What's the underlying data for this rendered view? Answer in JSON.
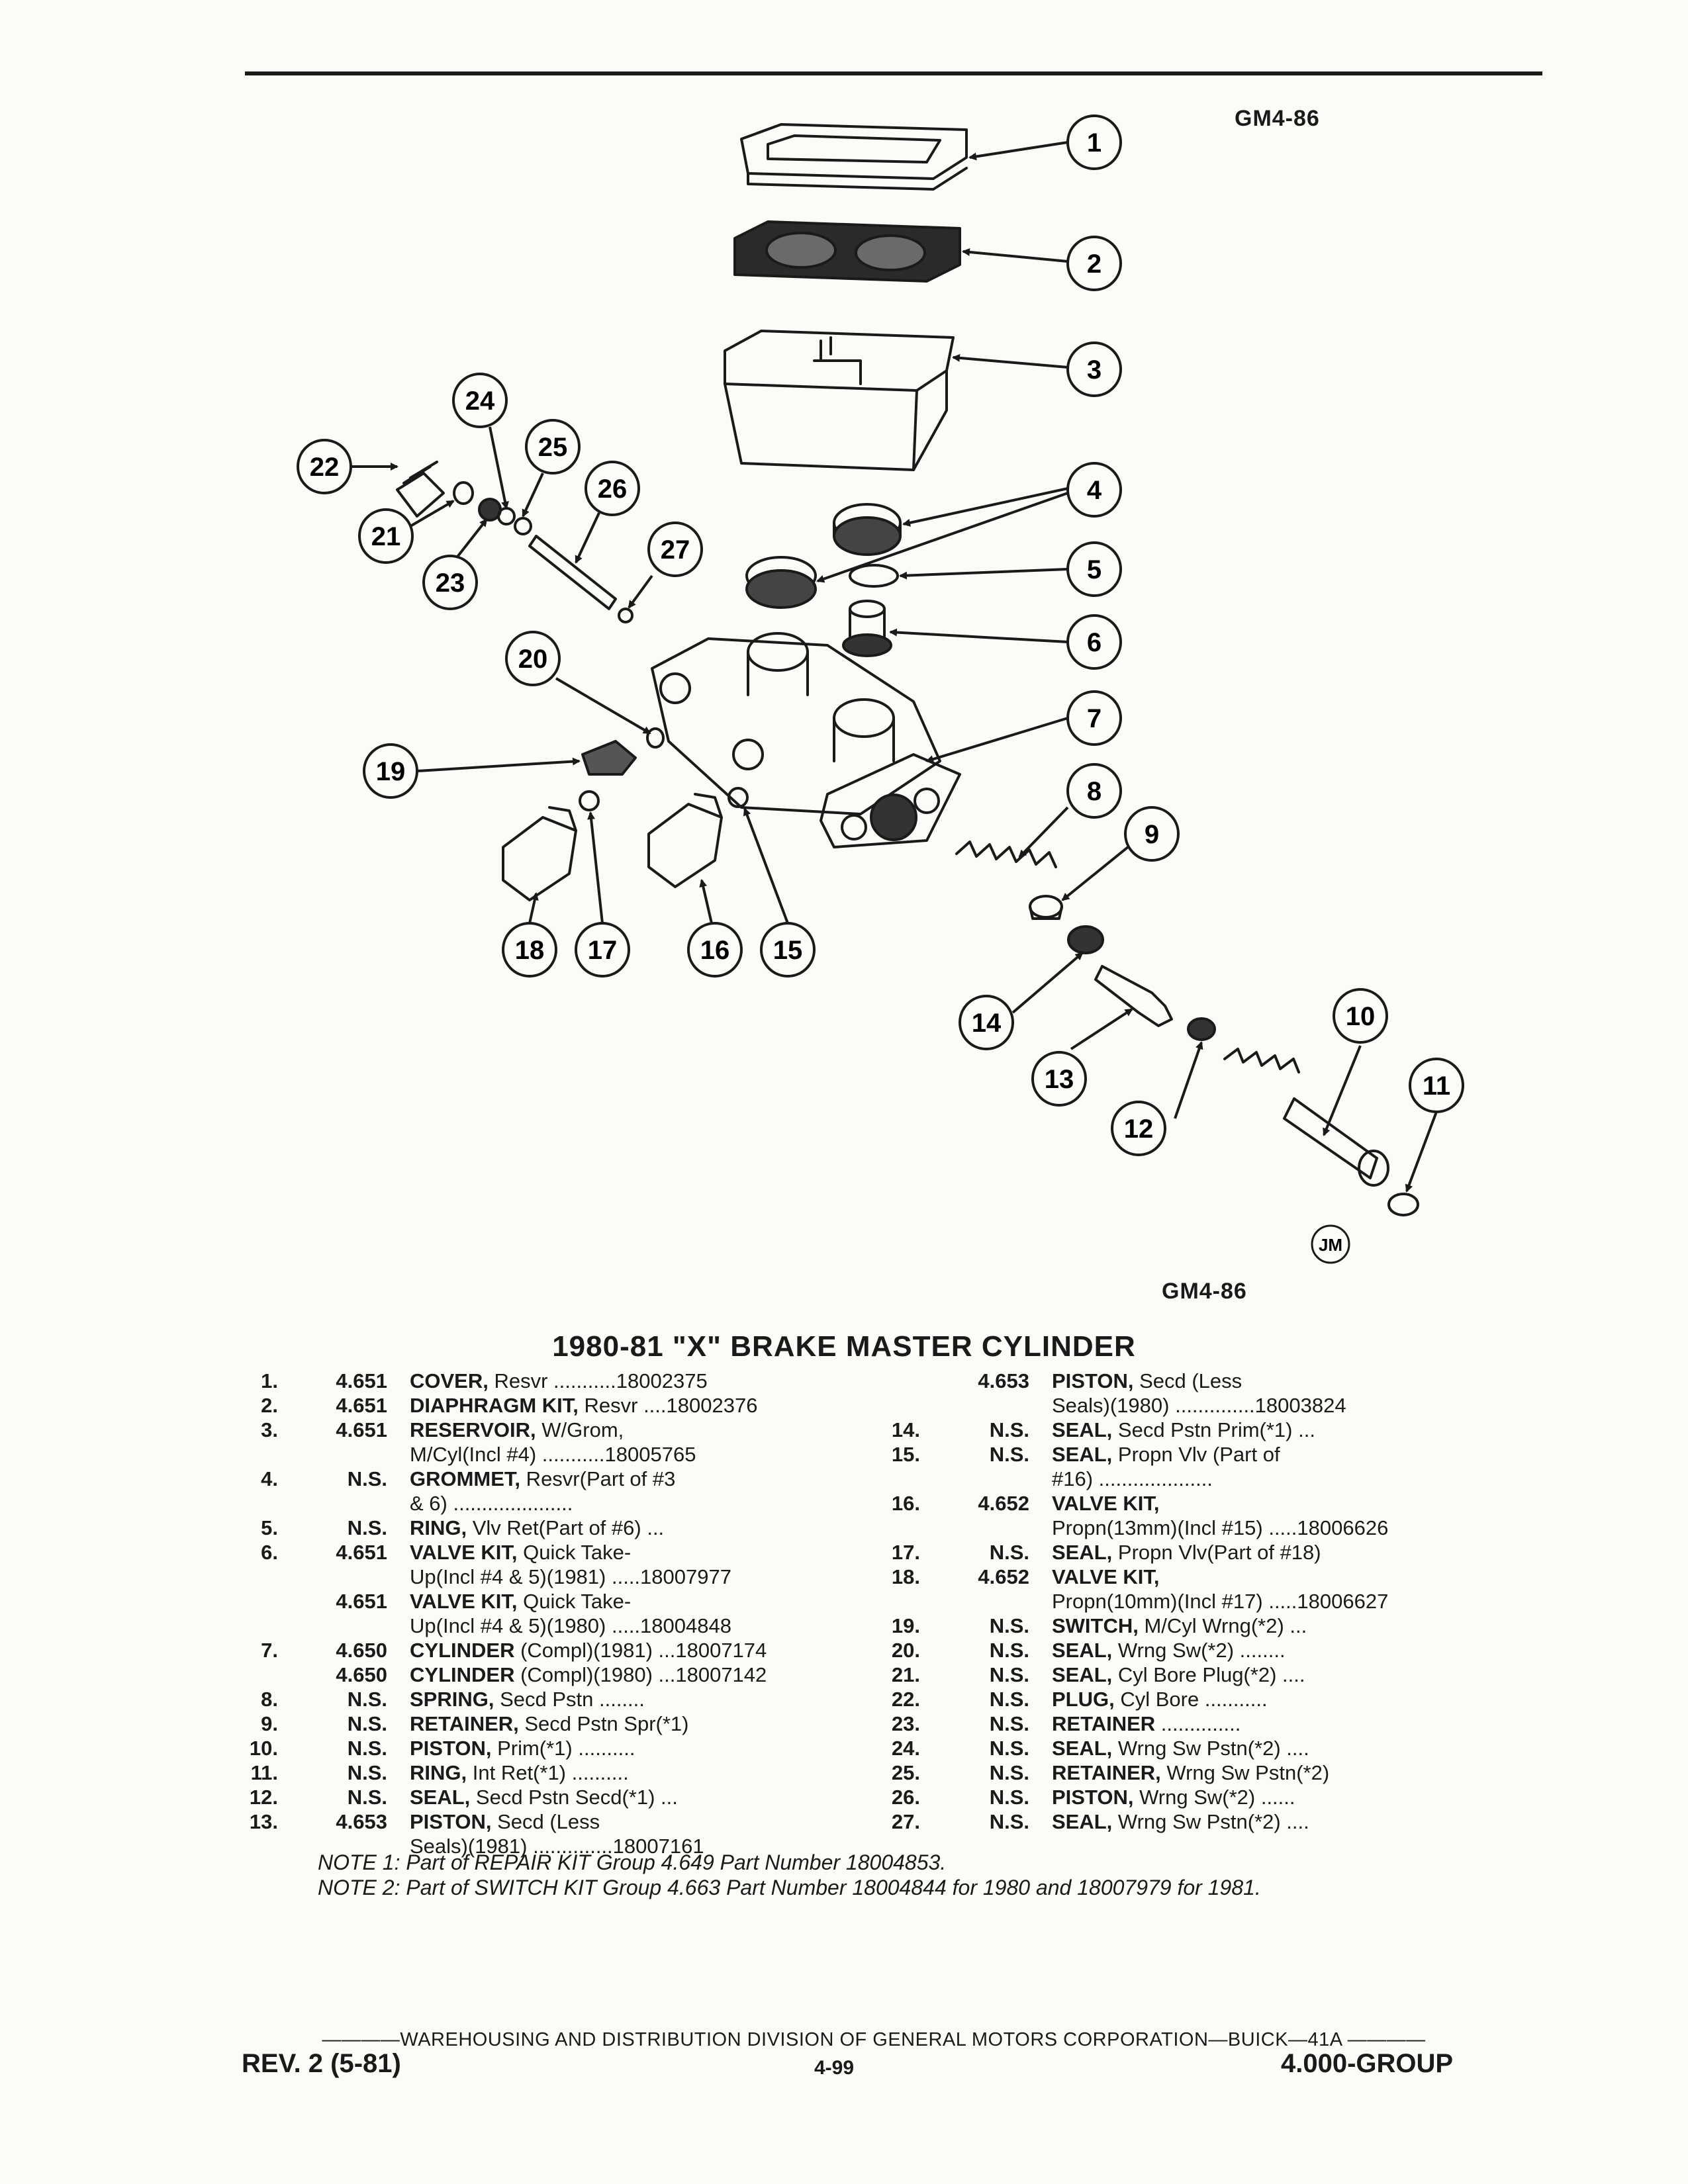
{
  "figure": {
    "code_top": "GM4-86",
    "code_bottom": "GM4-86",
    "artist_mark": "JM",
    "callouts": [
      "1",
      "2",
      "3",
      "4",
      "5",
      "6",
      "7",
      "8",
      "9",
      "10",
      "11",
      "12",
      "13",
      "14",
      "15",
      "16",
      "17",
      "18",
      "19",
      "20",
      "21",
      "22",
      "23",
      "24",
      "25",
      "26",
      "27"
    ]
  },
  "title": "1980-81 \"X\" BRAKE MASTER CYLINDER",
  "parts_left": [
    {
      "num": "1.",
      "group": "4.651",
      "name": "COVER,",
      "rest": " Resvr ...........18002375"
    },
    {
      "num": "2.",
      "group": "4.651",
      "name": "DIAPHRAGM KIT,",
      "rest": " Resvr ....18002376"
    },
    {
      "num": "3.",
      "group": "4.651",
      "name": "RESERVOIR,",
      "rest": " W/Grom,"
    },
    {
      "num": "",
      "group": "",
      "name": "",
      "rest": "M/Cyl(Incl #4) ...........18005765"
    },
    {
      "num": "4.",
      "group": "N.S.",
      "name": "GROMMET,",
      "rest": " Resvr(Part of #3"
    },
    {
      "num": "",
      "group": "",
      "name": "",
      "rest": "& 6) ....................."
    },
    {
      "num": "5.",
      "group": "N.S.",
      "name": "RING,",
      "rest": " Vlv Ret(Part of #6) ..."
    },
    {
      "num": "6.",
      "group": "4.651",
      "name": "VALVE KIT,",
      "rest": " Quick Take-"
    },
    {
      "num": "",
      "group": "",
      "name": "",
      "rest": "Up(Incl #4 & 5)(1981) .....18007977"
    },
    {
      "num": "",
      "group": "4.651",
      "name": "VALVE KIT,",
      "rest": " Quick Take-"
    },
    {
      "num": "",
      "group": "",
      "name": "",
      "rest": "Up(Incl #4 & 5)(1980) .....18004848"
    },
    {
      "num": "7.",
      "group": "4.650",
      "name": "CYLINDER",
      "rest": " (Compl)(1981) ...18007174"
    },
    {
      "num": "",
      "group": "4.650",
      "name": "CYLINDER",
      "rest": " (Compl)(1980) ...18007142"
    },
    {
      "num": "8.",
      "group": "N.S.",
      "name": "SPRING,",
      "rest": " Secd Pstn ........"
    },
    {
      "num": "9.",
      "group": "N.S.",
      "name": "RETAINER,",
      "rest": " Secd Pstn Spr(*1)"
    },
    {
      "num": "10.",
      "group": "N.S.",
      "name": "PISTON,",
      "rest": " Prim(*1) .........."
    },
    {
      "num": "11.",
      "group": "N.S.",
      "name": "RING,",
      "rest": " Int Ret(*1) .........."
    },
    {
      "num": "12.",
      "group": "N.S.",
      "name": "SEAL,",
      "rest": " Secd Pstn Secd(*1) ..."
    },
    {
      "num": "13.",
      "group": "4.653",
      "name": "PISTON,",
      "rest": " Secd (Less"
    },
    {
      "num": "",
      "group": "",
      "name": "",
      "rest": "Seals)(1981) ..............18007161"
    }
  ],
  "parts_right": [
    {
      "num": "",
      "group": "4.653",
      "name": "PISTON,",
      "rest": " Secd (Less"
    },
    {
      "num": "",
      "group": "",
      "name": "",
      "rest": "Seals)(1980) ..............18003824"
    },
    {
      "num": "14.",
      "group": "N.S.",
      "name": "SEAL,",
      "rest": " Secd Pstn Prim(*1) ..."
    },
    {
      "num": "15.",
      "group": "N.S.",
      "name": "SEAL,",
      "rest": " Propn Vlv (Part of"
    },
    {
      "num": "",
      "group": "",
      "name": "",
      "rest": "#16) ...................."
    },
    {
      "num": "16.",
      "group": "4.652",
      "name": "VALVE KIT,",
      "rest": ""
    },
    {
      "num": "",
      "group": "",
      "name": "",
      "rest": "Propn(13mm)(Incl #15) .....18006626"
    },
    {
      "num": "17.",
      "group": "N.S.",
      "name": "SEAL,",
      "rest": " Propn Vlv(Part of #18)"
    },
    {
      "num": "18.",
      "group": "4.652",
      "name": "VALVE KIT,",
      "rest": ""
    },
    {
      "num": "",
      "group": "",
      "name": "",
      "rest": "Propn(10mm)(Incl #17) .....18006627"
    },
    {
      "num": "19.",
      "group": "N.S.",
      "name": "SWITCH,",
      "rest": " M/Cyl Wrng(*2) ..."
    },
    {
      "num": "20.",
      "group": "N.S.",
      "name": "SEAL,",
      "rest": " Wrng Sw(*2) ........"
    },
    {
      "num": "21.",
      "group": "N.S.",
      "name": "SEAL,",
      "rest": " Cyl Bore Plug(*2) ...."
    },
    {
      "num": "22.",
      "group": "N.S.",
      "name": "PLUG,",
      "rest": " Cyl Bore ..........."
    },
    {
      "num": "23.",
      "group": "N.S.",
      "name": "RETAINER",
      "rest": " .............."
    },
    {
      "num": "24.",
      "group": "N.S.",
      "name": "SEAL,",
      "rest": " Wrng Sw Pstn(*2) ...."
    },
    {
      "num": "25.",
      "group": "N.S.",
      "name": "RETAINER,",
      "rest": " Wrng Sw Pstn(*2)"
    },
    {
      "num": "26.",
      "group": "N.S.",
      "name": "PISTON,",
      "rest": " Wrng Sw(*2) ......"
    },
    {
      "num": "27.",
      "group": "N.S.",
      "name": "SEAL,",
      "rest": " Wrng Sw Pstn(*2) ...."
    }
  ],
  "notes": [
    "NOTE 1: Part of REPAIR KIT Group 4.649 Part Number 18004853.",
    "NOTE 2: Part of SWITCH KIT Group 4.663 Part Number 18004844 for 1980 and 18007979 for 1981."
  ],
  "footer": {
    "division": "————WAREHOUSING AND DISTRIBUTION DIVISION OF GENERAL MOTORS CORPORATION—BUICK—41A ————",
    "rev": "REV. 2 (5-81)",
    "page": "4-99",
    "group": "4.000-GROUP"
  }
}
